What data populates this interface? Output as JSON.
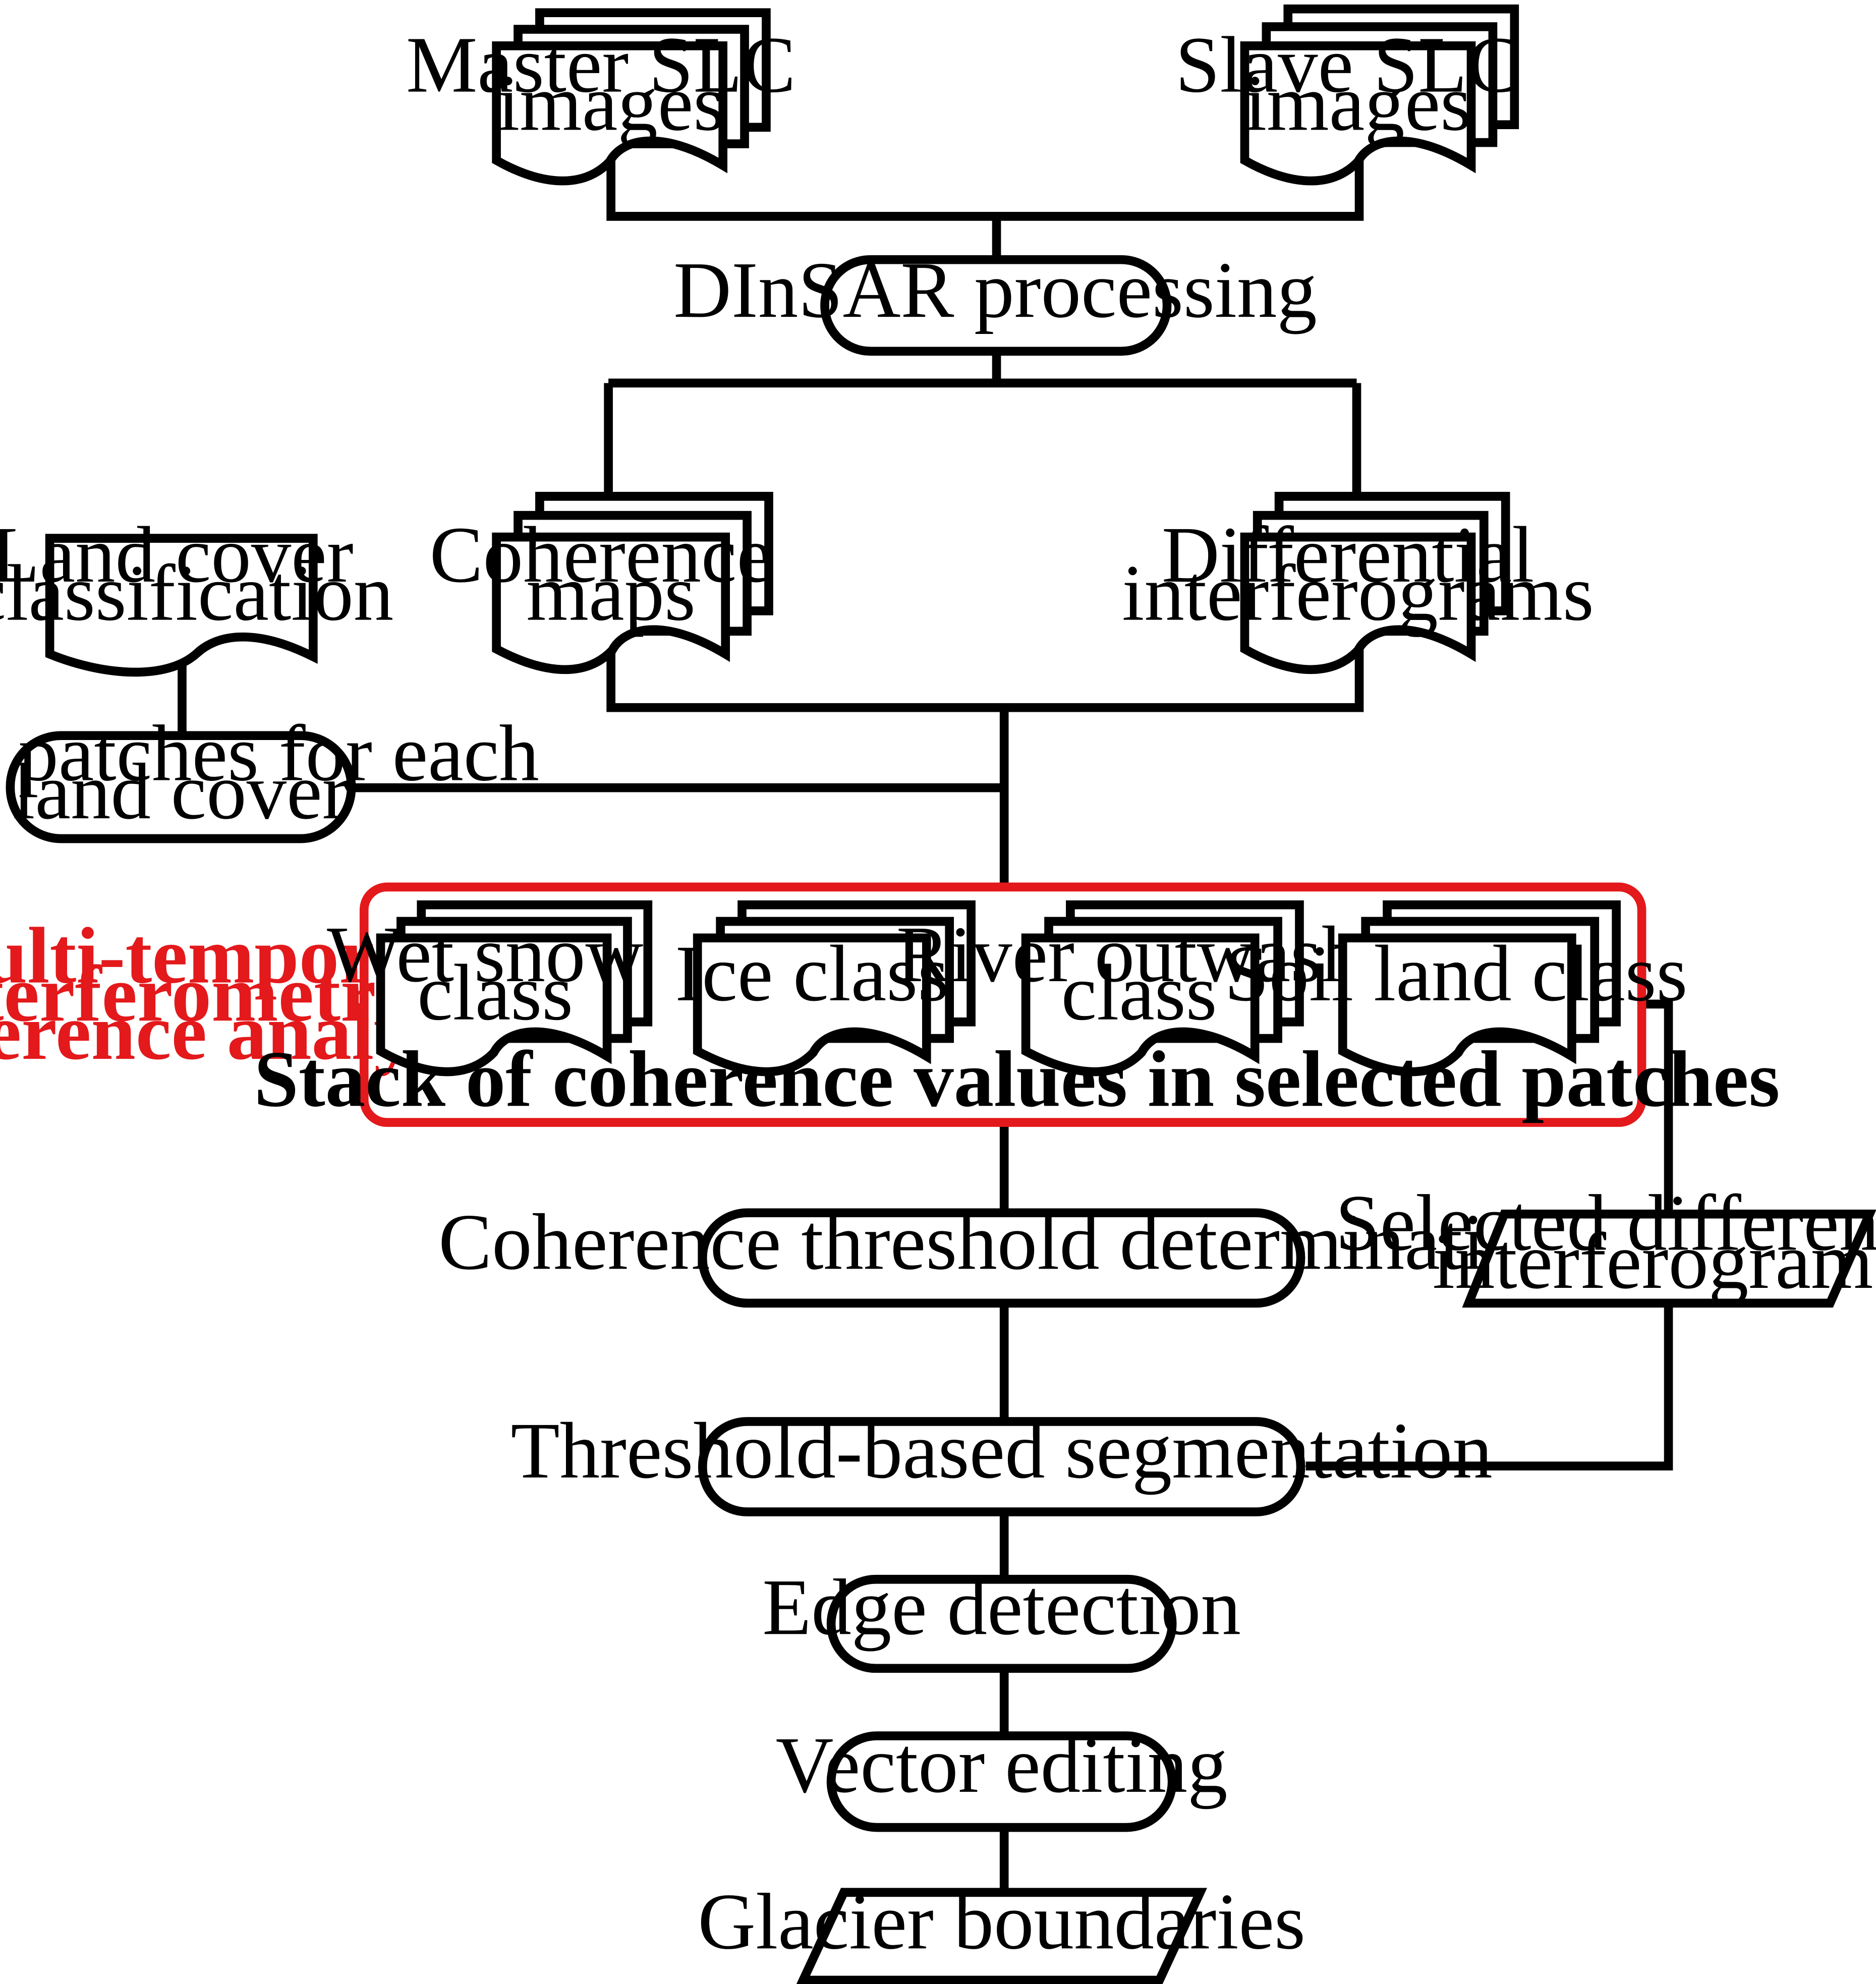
{
  "colors": {
    "group_outline": "#e3191c",
    "group_label": "#e3191c",
    "stroke": "#000000"
  },
  "inputs": {
    "master": [
      "Master SLC",
      "images"
    ],
    "slave": [
      "Slave SLC",
      "images"
    ]
  },
  "processing": "DInSAR processing",
  "products": {
    "coherence": [
      "Coherence",
      "maps"
    ],
    "differential": [
      "Differential",
      "interferograms"
    ]
  },
  "landcover": {
    "classification": [
      "Land cover",
      "classification"
    ],
    "select_patches": [
      "Select patches for each",
      "land cover"
    ]
  },
  "analysis": {
    "label": [
      "Multi-temporal",
      "interferometric",
      "coherence analysis"
    ],
    "classes": {
      "wet_snow": [
        "Wet snow",
        "class"
      ],
      "ice": "Ice class",
      "river_outwash": [
        "River outwash",
        "class"
      ],
      "soil_land": "Soil land class"
    },
    "stack_caption": "Stack of coherence values in selected patches"
  },
  "steps": {
    "threshold_determination": "Coherence threshold determination",
    "selected_interferograms": [
      "Selected differential",
      "interferograms"
    ],
    "segmentation": "Threshold-based segmentation",
    "edge_detection": "Edge detection",
    "vector_editing": "Vector editing",
    "output": "Glacier boundaries"
  }
}
